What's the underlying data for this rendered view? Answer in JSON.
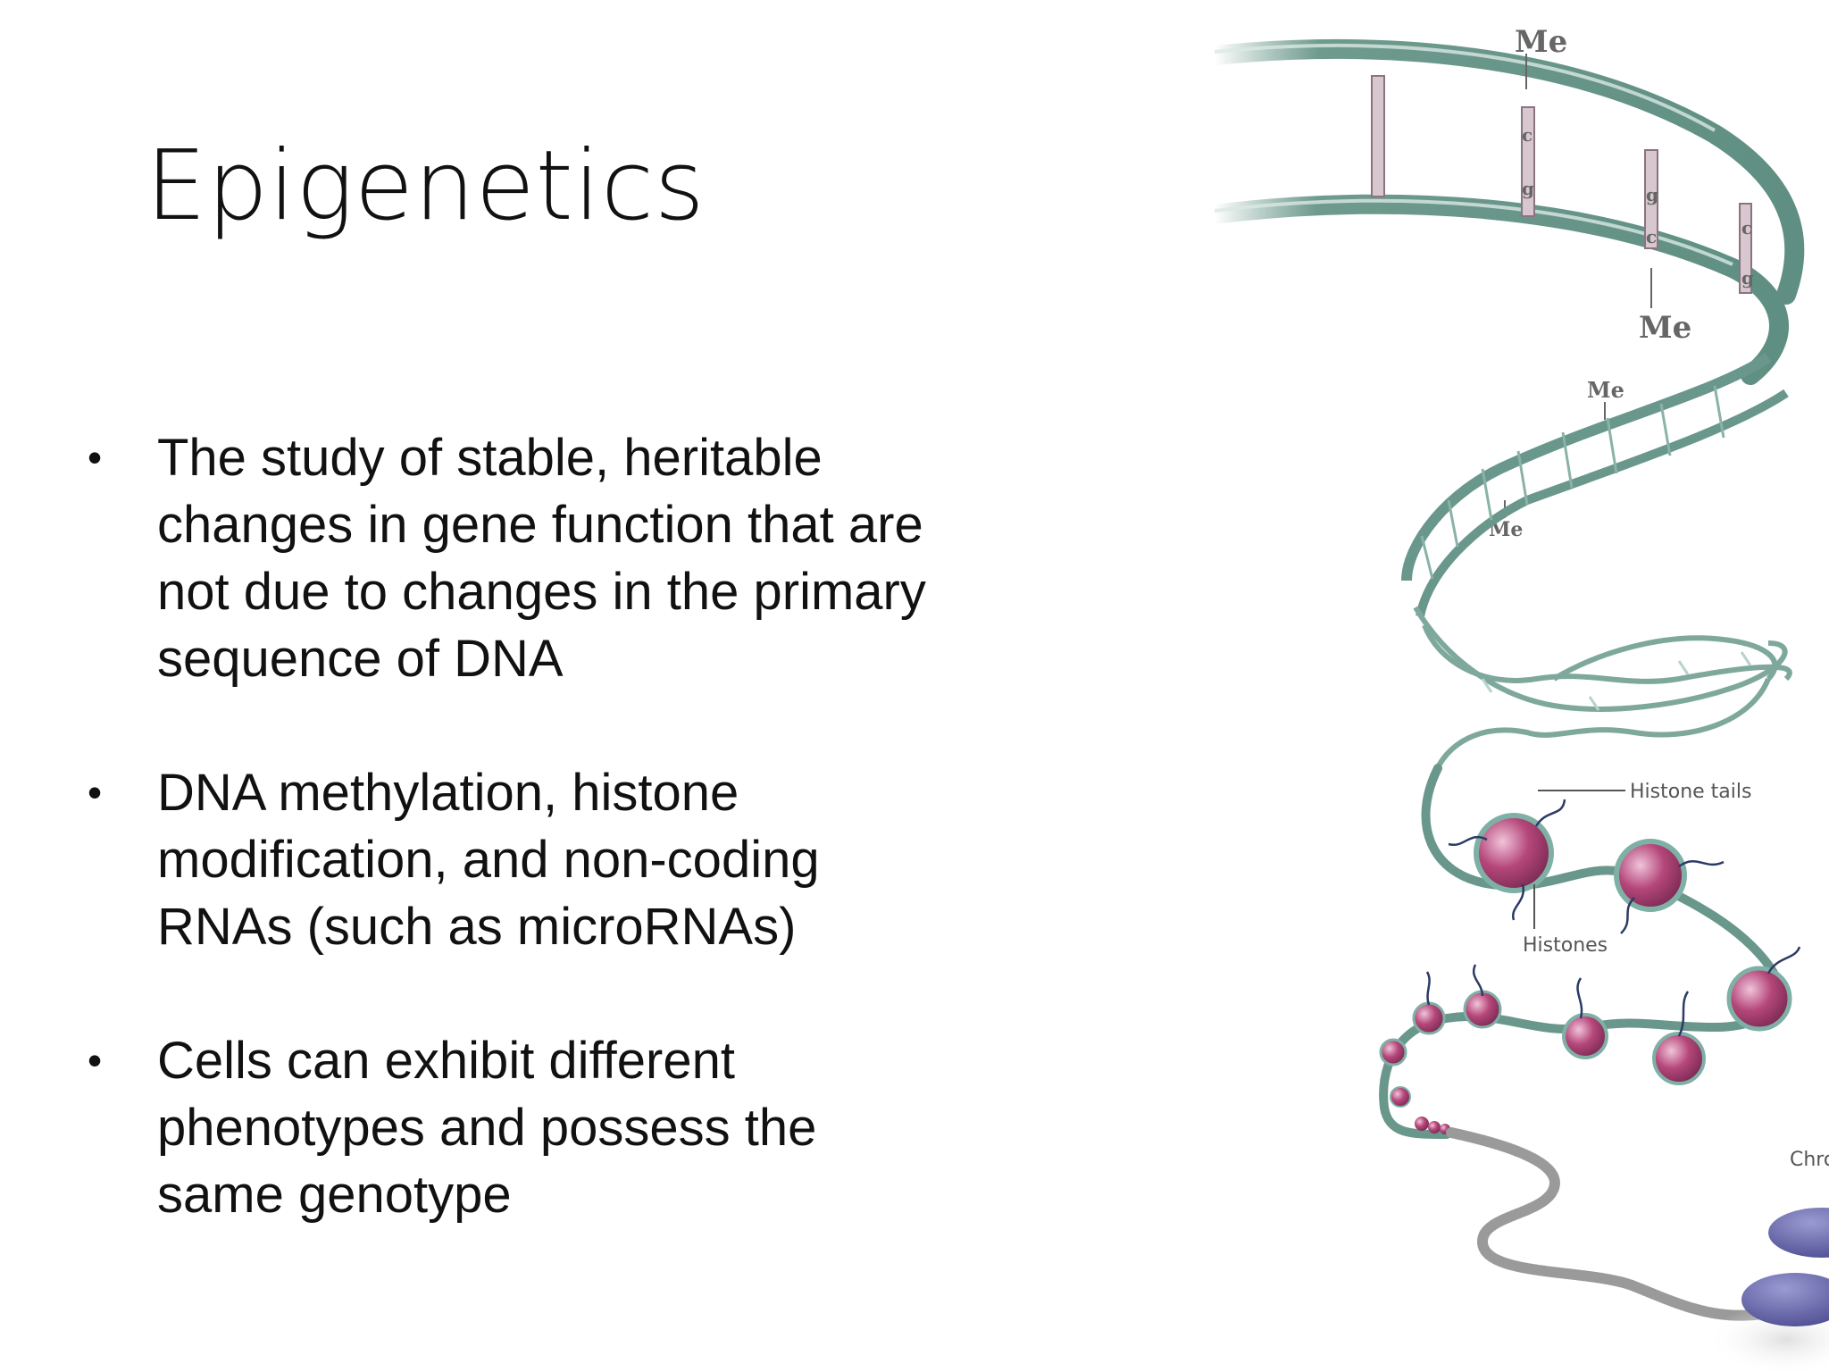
{
  "slide": {
    "title": "Epigenetics",
    "bullets": [
      {
        "text": "The study of stable, heritable changes in gene function that are not due to changes in the primary sequence of DNA"
      },
      {
        "text": "DNA methylation, histone modification, and non-coding RNAs (such as microRNAs)"
      },
      {
        "text": "Cells can exhibit different phenotypes and possess the same genotype"
      }
    ],
    "bullet_glyph": "•"
  },
  "figure": {
    "labels": {
      "me_1": "Me",
      "me_2": "Me",
      "me_3": "Me",
      "me_4": "Me",
      "base_c1": "c",
      "base_g1": "g",
      "base_g2": "g",
      "base_c2": "c",
      "base_c3": "c",
      "base_g3": "g",
      "histone_tails": "Histone tails",
      "histones": "Histones",
      "chromosome": "Chro"
    },
    "colors": {
      "dna_strand": "#5f8f82",
      "dna_strand_light": "#a9c7be",
      "rung": "#c9b4bd",
      "histone": "#b5477a",
      "histone_highlight": "#f0c4da",
      "histone_ring": "#7fb0a6",
      "chromatin_fiber": "#9a9a9a",
      "chromosome": "#5a5aa0"
    }
  }
}
